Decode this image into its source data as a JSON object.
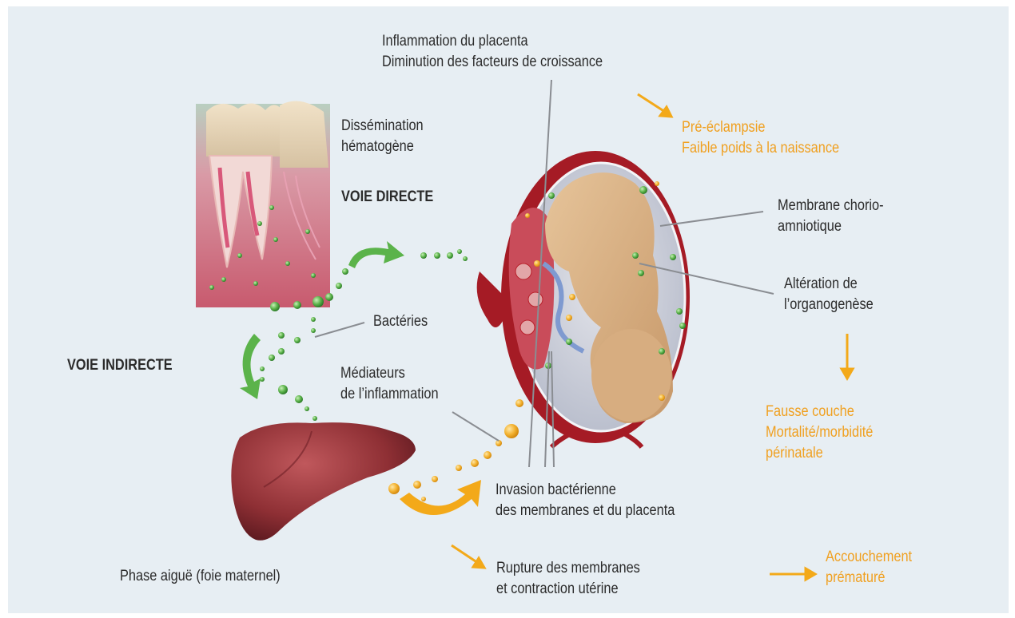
{
  "labels": {
    "placenta_inflammation": [
      "Inflammation du placenta",
      "Diminution des facteurs de croissance"
    ],
    "preeclampsia": [
      "Pré-éclampsie",
      "Faible poids à la naissance"
    ],
    "hematogenous": [
      "Dissémination",
      "hématogène"
    ],
    "direct_route": "VOIE DIRECTE",
    "membrane": [
      "Membrane chorio-",
      "amniotique"
    ],
    "organogenesis": [
      "Altération de",
      "l’organogenèse"
    ],
    "bacteria": "Bactéries",
    "indirect_route": "VOIE INDIRECTE",
    "mediators": [
      "Médiateurs",
      "de l’inflammation"
    ],
    "miscarriage": [
      "Fausse couche",
      "Mortalité/morbidité",
      "périnatale"
    ],
    "invasion": [
      "Invasion bactérienne",
      "des membranes et du placenta"
    ],
    "acute_phase": "Phase aiguë (foie maternel)",
    "rupture": [
      "Rupture des membranes",
      "et contraction utérine"
    ],
    "premature": [
      "Accouchement",
      "prématuré"
    ]
  },
  "colors": {
    "background": "#e7eef3",
    "text": "#2b2b2b",
    "accent_orange": "#f0a020",
    "bacteria_green": "#5bb34a",
    "liver": "#8e2f34",
    "uterus": "#b8202a"
  },
  "icons": [
    "tooth-image",
    "liver-image",
    "fetus-in-uterus-image",
    "green-curved-arrow",
    "orange-curved-arrow",
    "orange-straight-arrow"
  ]
}
